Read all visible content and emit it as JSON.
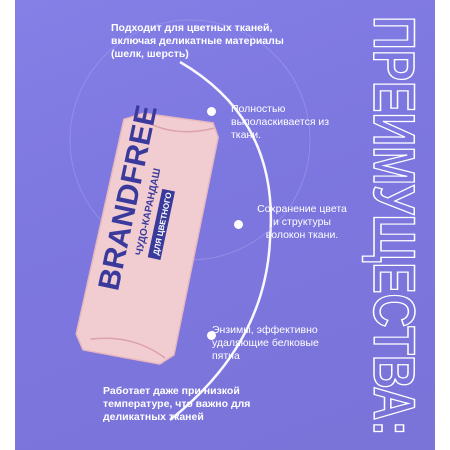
{
  "heading": "ПРЕИМУЩЕСТВА:",
  "benefits": [
    "Подходит для цветных тканей, включая деликатные материалы (шелк, шерсть)",
    "Полностью выполаскивается из ткани.",
    "Сохранение цвета и структуры волокон ткани.",
    "Энзимы, эффективно удаляющие белковые пятна",
    "Работает даже при низкой температуре, что важно для деликатных тканей"
  ],
  "product": {
    "brand": "BRANDFREE",
    "subtitle": "ЧУДО-КАРАНДАШ",
    "badge": "ДЛЯ ЦВЕТНОГО"
  },
  "colors": {
    "background": "#7d77e0",
    "title_outline": "#ffffff",
    "packaging": "#f1cdd2",
    "brand_text": "#3a3a9c"
  }
}
